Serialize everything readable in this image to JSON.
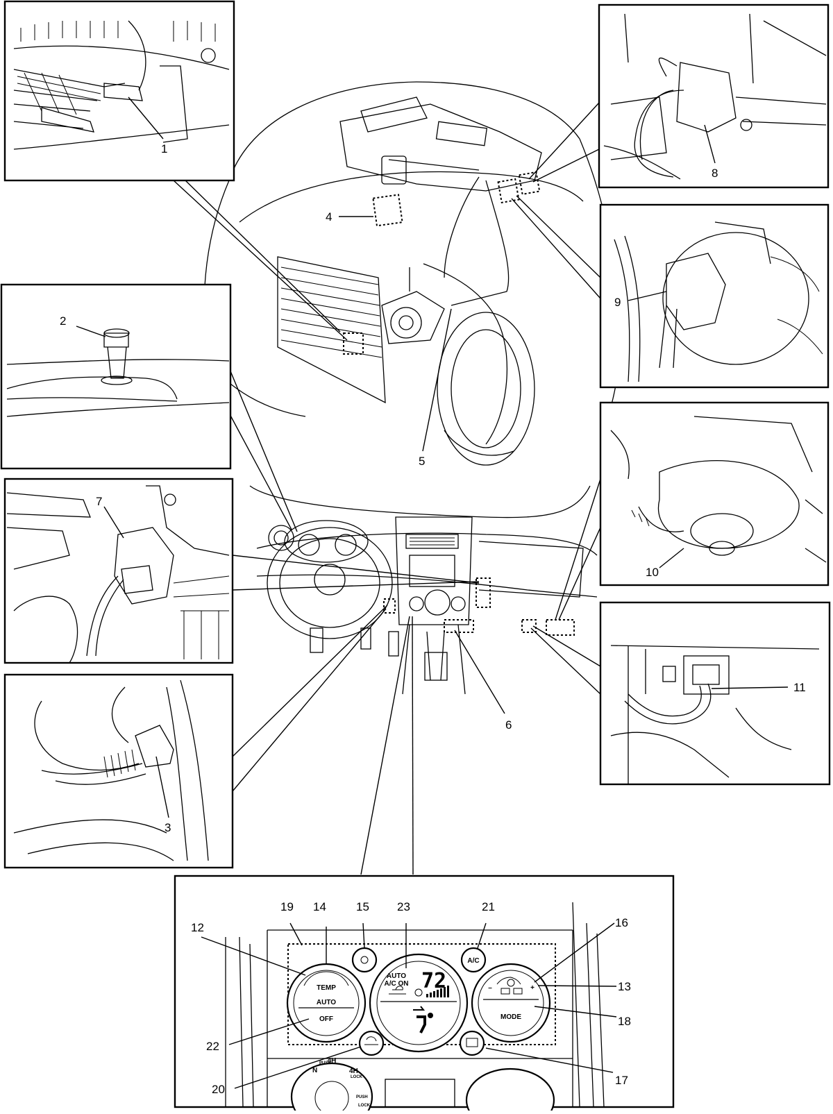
{
  "callouts": {
    "c1": "1",
    "c2": "2",
    "c3": "3",
    "c4": "4",
    "c5": "5",
    "c6": "6",
    "c7": "7",
    "c8": "8",
    "c9": "9",
    "c10": "10",
    "c11": "11",
    "c12": "12",
    "c13": "13",
    "c14": "14",
    "c15": "15",
    "c16": "16",
    "c17": "17",
    "c18": "18",
    "c19": "19",
    "c20": "20",
    "c21": "21",
    "c22": "22",
    "c23": "23"
  },
  "panel": {
    "temp": "TEMP",
    "auto": "AUTO",
    "off": "OFF",
    "mode": "MODE",
    "ac": "A/C",
    "display_auto": "AUTO",
    "display_acon": "A/C ON",
    "display_temp": "72",
    "fan_minus": "–",
    "fan_plus": "+",
    "transfer_n": "N",
    "transfer_4h": "4H",
    "transfer_4h2": "4H",
    "transfer_lock": "LOCK",
    "transfer_lock2": "LOCK",
    "transfer_push": "PUSH",
    "transfer_push2": "PUSH"
  }
}
